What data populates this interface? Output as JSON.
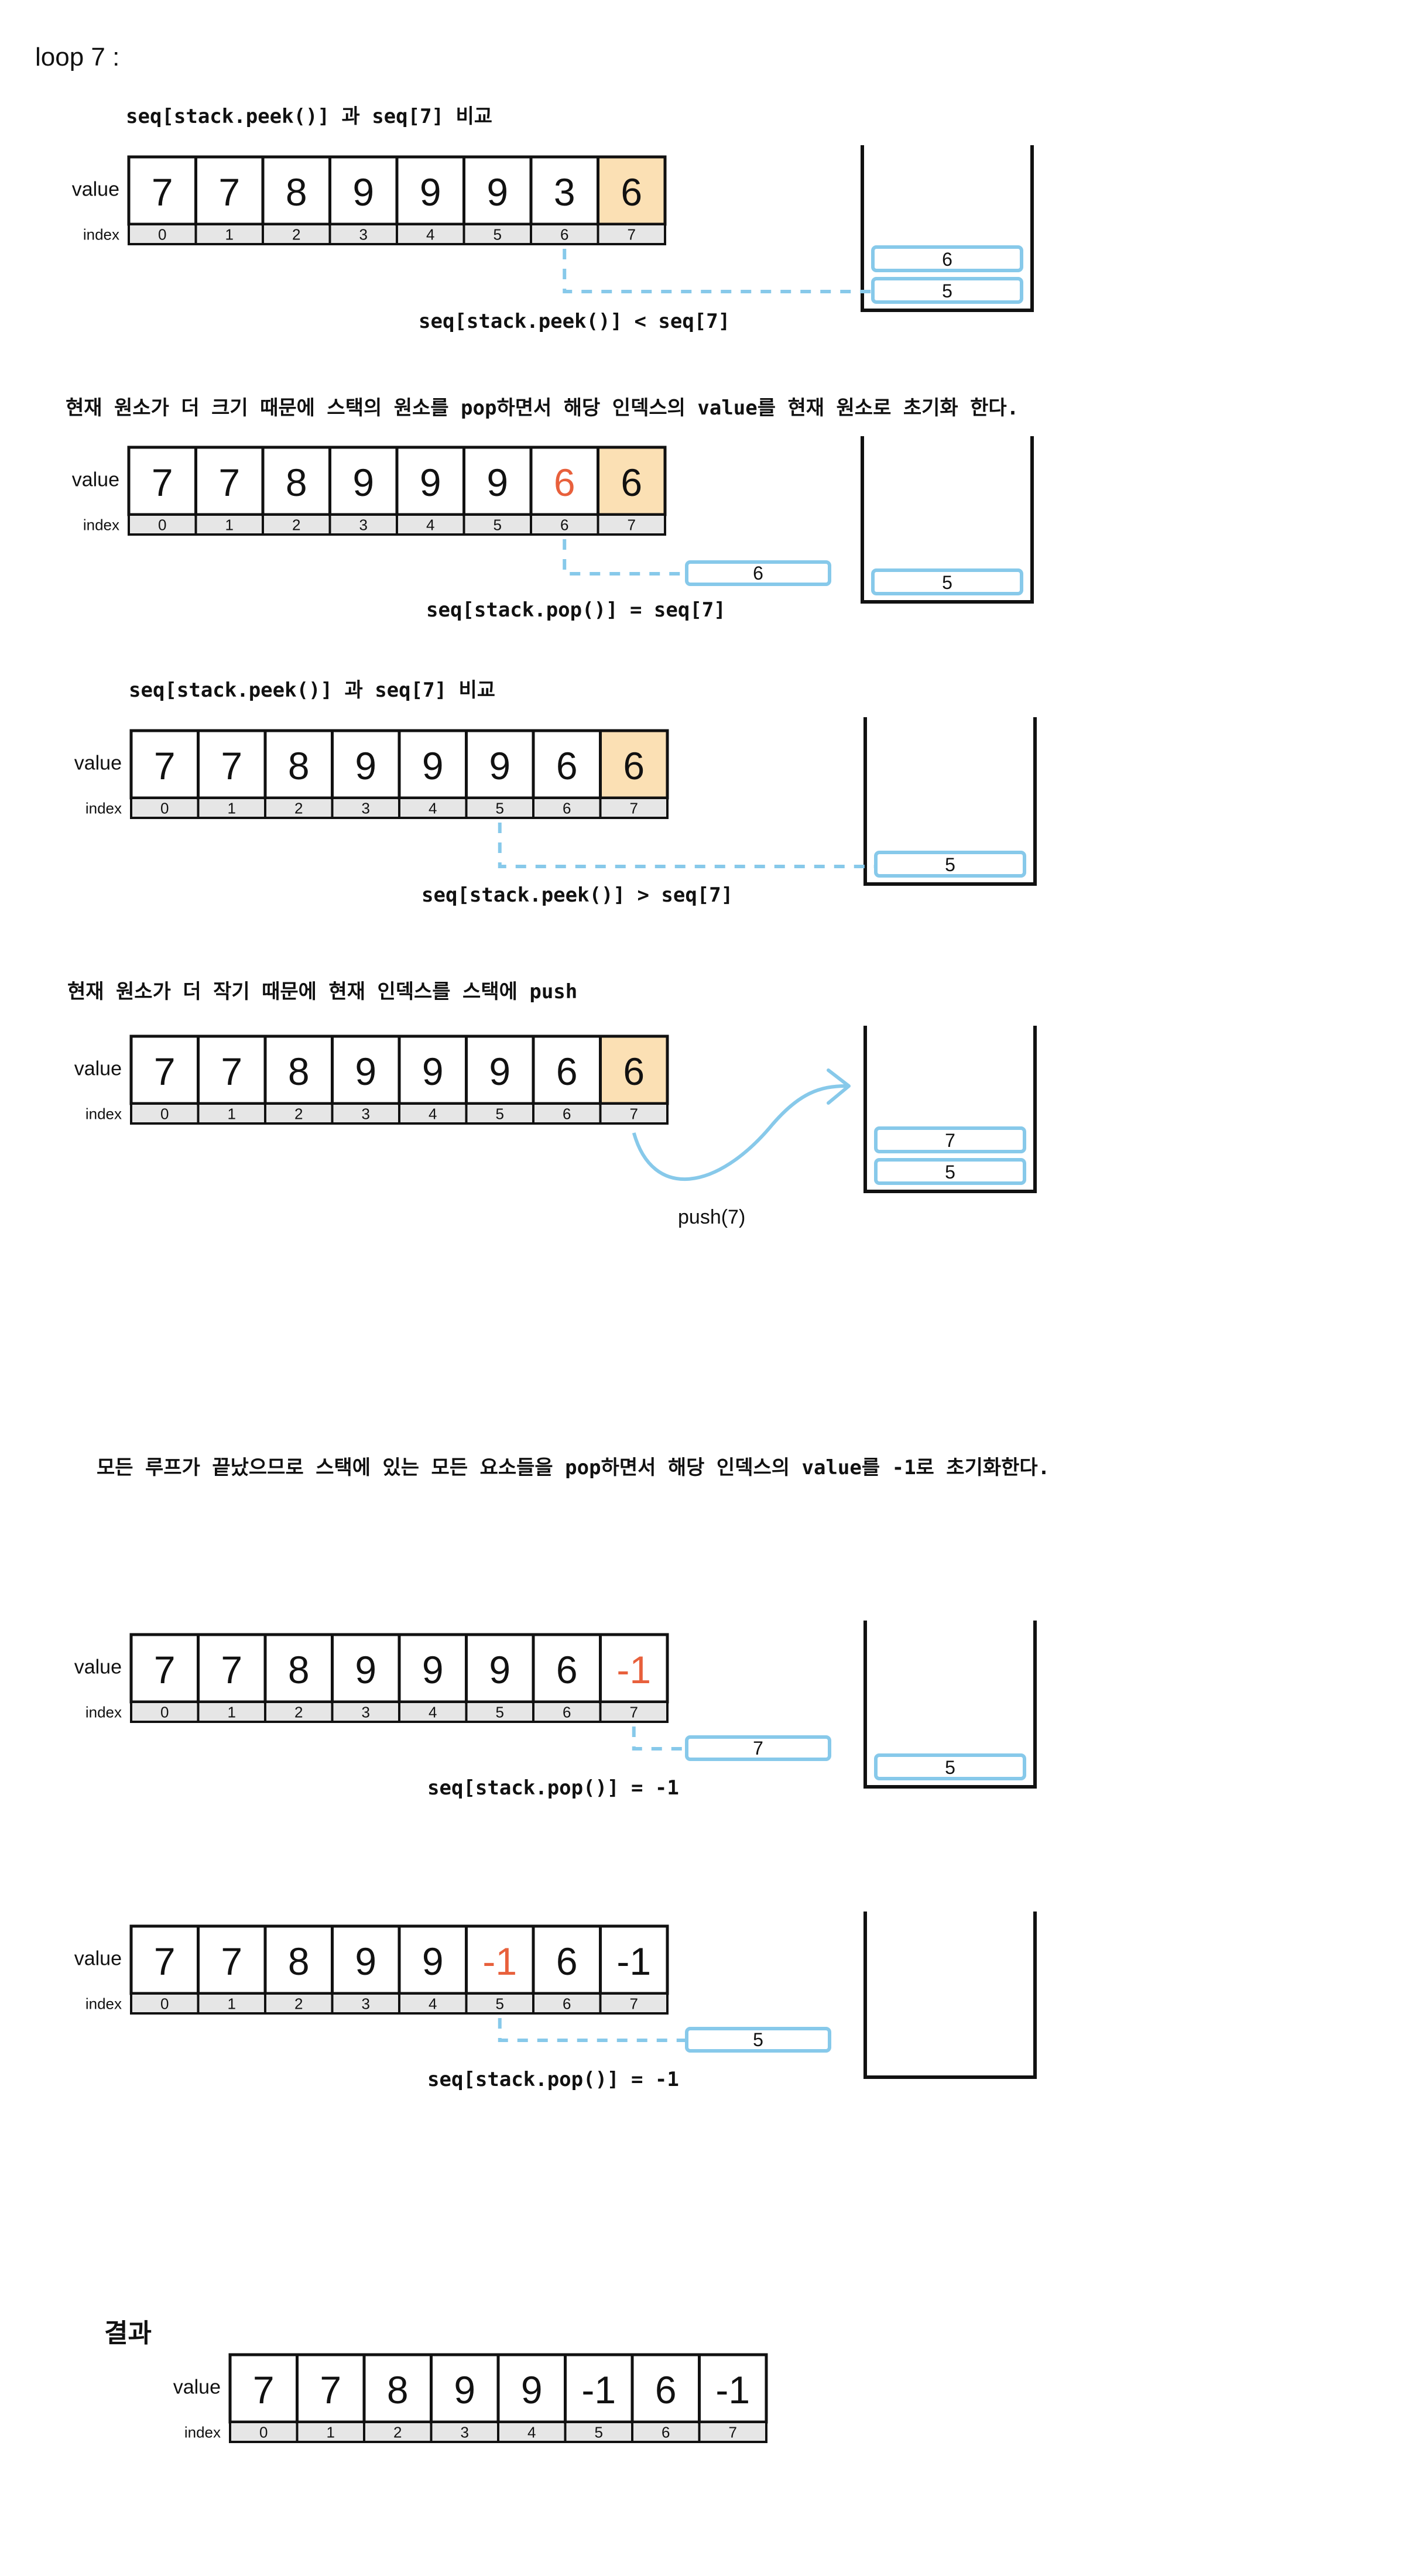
{
  "title": "loop 7 :",
  "colors": {
    "accent_blue": "#87C9EA",
    "highlight_orange": "#FBE0B4",
    "changed_red": "#E8603C",
    "index_gray": "#E6E6E6",
    "border": "#111111"
  },
  "labels": {
    "value": "value",
    "index": "index"
  },
  "steps": [
    {
      "caption": "seq[stack.peek()] 과 seq[7] 비교",
      "values": [
        "7",
        "7",
        "8",
        "9",
        "9",
        "9",
        "3",
        "6"
      ],
      "indices": [
        "0",
        "1",
        "2",
        "3",
        "4",
        "5",
        "6",
        "7"
      ],
      "highlight": 7,
      "changed": -1,
      "pointer_from": 6,
      "stack": [
        "5",
        "6"
      ],
      "popped": "",
      "comparison": "seq[stack.peek()] < seq[7]"
    },
    {
      "caption": "현재 원소가 더 크기 때문에 스택의 원소를 pop하면서 해당 인덱스의 value를 현재 원소로 초기화 한다.",
      "values": [
        "7",
        "7",
        "8",
        "9",
        "9",
        "9",
        "6",
        "6"
      ],
      "indices": [
        "0",
        "1",
        "2",
        "3",
        "4",
        "5",
        "6",
        "7"
      ],
      "highlight": 7,
      "changed": 6,
      "pointer_from": 6,
      "stack": [
        "5"
      ],
      "popped": "6",
      "comparison": "seq[stack.pop()] = seq[7]"
    },
    {
      "caption": "seq[stack.peek()] 과 seq[7] 비교",
      "values": [
        "7",
        "7",
        "8",
        "9",
        "9",
        "9",
        "6",
        "6"
      ],
      "indices": [
        "0",
        "1",
        "2",
        "3",
        "4",
        "5",
        "6",
        "7"
      ],
      "highlight": 7,
      "changed": -1,
      "pointer_from": 5,
      "stack": [
        "5"
      ],
      "popped": "",
      "comparison": "seq[stack.peek()] > seq[7]"
    },
    {
      "caption": "현재 원소가 더 작기 때문에 현재 인덱스를 스택에 push",
      "values": [
        "7",
        "7",
        "8",
        "9",
        "9",
        "9",
        "6",
        "6"
      ],
      "indices": [
        "0",
        "1",
        "2",
        "3",
        "4",
        "5",
        "6",
        "7"
      ],
      "highlight": 7,
      "changed": -1,
      "pointer_from": 7,
      "stack": [
        "5",
        "7"
      ],
      "popped": "",
      "comparison": "push(7)"
    }
  ],
  "final_caption": "모든 루프가 끝났으므로 스택에 있는 모든 요소들을 pop하면서 해당 인덱스의 value를 -1로 초기화한다.",
  "final_steps": [
    {
      "values": [
        "7",
        "7",
        "8",
        "9",
        "9",
        "9",
        "6",
        "-1"
      ],
      "indices": [
        "0",
        "1",
        "2",
        "3",
        "4",
        "5",
        "6",
        "7"
      ],
      "changed": 7,
      "pointer_from": 7,
      "stack": [
        "5"
      ],
      "popped": "7",
      "comparison": "seq[stack.pop()] = -1"
    },
    {
      "values": [
        "7",
        "7",
        "8",
        "9",
        "9",
        "-1",
        "6",
        "-1"
      ],
      "indices": [
        "0",
        "1",
        "2",
        "3",
        "4",
        "5",
        "6",
        "7"
      ],
      "changed": 5,
      "pointer_from": 5,
      "stack": [],
      "popped": "5",
      "comparison": "seq[stack.pop()] = -1"
    }
  ],
  "result": {
    "title": "결과",
    "values": [
      "7",
      "7",
      "8",
      "9",
      "9",
      "-1",
      "6",
      "-1"
    ],
    "indices": [
      "0",
      "1",
      "2",
      "3",
      "4",
      "5",
      "6",
      "7"
    ]
  }
}
